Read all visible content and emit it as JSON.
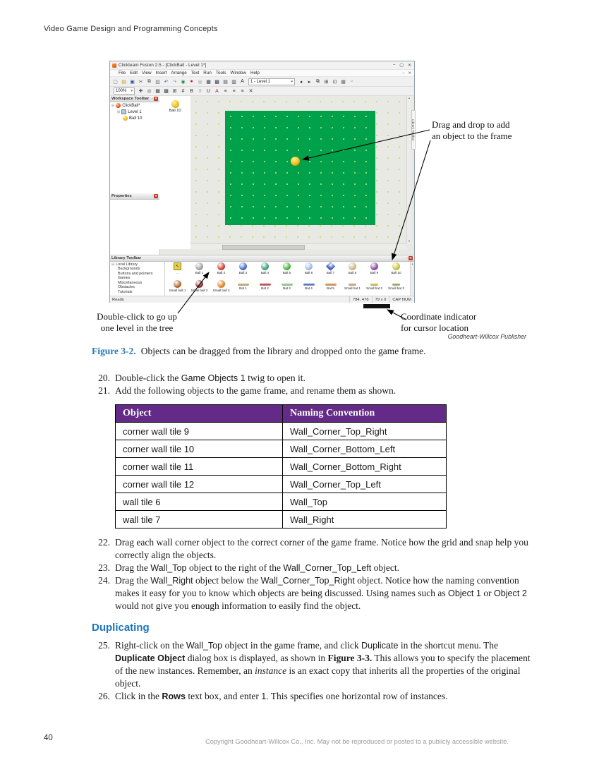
{
  "page": {
    "running_head": "Video Game Design and Programming Concepts",
    "page_number": "40",
    "copyright": "Copyright Goodheart-Willcox Co., Inc. May not be reproduced or posted to a publicly accessible website."
  },
  "colors": {
    "heading_blue": "#1b75bc",
    "figure_blue": "#2979b5",
    "table_header_purple": "#632a87",
    "frame_green": "#00a14b"
  },
  "figure": {
    "label": "Figure 3-2.",
    "caption": "Objects can be dragged from the library and dropped onto the game frame.",
    "credit": "Goodheart-Willcox Publisher",
    "callouts": {
      "drag_drop": [
        "Drag and drop to add",
        "an object to the frame"
      ],
      "double_click": [
        "Double-click to go up",
        "one level in the tree"
      ],
      "coordinate": [
        "Coordinate indicator",
        "for cursor location"
      ]
    }
  },
  "app": {
    "window_title": "Clickteam Fusion 2.5 - [ClickBall - Level 1*]",
    "window_controls": [
      "–",
      "▢",
      "✕"
    ],
    "mdi_controls": [
      "–",
      "✕"
    ],
    "menu_items": [
      "File",
      "Edit",
      "View",
      "Insert",
      "Arrange",
      "Text",
      "Run",
      "Tools",
      "Window",
      "Help"
    ],
    "toolbar1a": [
      {
        "name": "new-icon",
        "glyph": "▢",
        "color": "#666666"
      },
      {
        "name": "open-icon",
        "glyph": "▤",
        "color": "#c99a2a"
      },
      {
        "name": "save-icon",
        "glyph": "▣",
        "color": "#33589e"
      },
      {
        "name": "cut-icon",
        "glyph": "✂",
        "color": "#555555"
      },
      {
        "name": "copy-icon",
        "glyph": "⧉",
        "color": "#555555"
      },
      {
        "name": "paste-icon",
        "glyph": "▨",
        "color": "#777777"
      },
      {
        "name": "undo-icon",
        "glyph": "↶",
        "color": "#3a62c8"
      },
      {
        "name": "redo-icon",
        "glyph": "↷",
        "color": "#999999"
      },
      {
        "name": "about-icon",
        "glyph": "◉",
        "color": "#2f8a4c"
      },
      {
        "name": "run-application-icon",
        "glyph": "●",
        "color": "#cc2222"
      },
      {
        "name": "run-frame-icon",
        "glyph": "◎",
        "color": "#888888"
      },
      {
        "name": "storyboard-editor-icon",
        "glyph": "▦",
        "color": "#39404d"
      },
      {
        "name": "frame-editor-icon",
        "glyph": "▩",
        "color": "#39404d"
      },
      {
        "name": "event-editor-icon",
        "glyph": "▤",
        "color": "#39404d"
      },
      {
        "name": "event-list-editor-icon",
        "glyph": "▥",
        "color": "#39404d"
      },
      {
        "name": "text-tool-icon",
        "glyph": "A",
        "color": "#333333"
      }
    ],
    "frame_selector": "1 - Level 1",
    "toolbar1b": [
      {
        "name": "previous-frame-icon",
        "glyph": "◂",
        "color": "#333333"
      },
      {
        "name": "next-frame-icon",
        "glyph": "▸",
        "color": "#333333"
      },
      {
        "name": "clone-object-icon",
        "glyph": "⧉",
        "color": "#39404d"
      },
      {
        "name": "duplicate-object-icon",
        "glyph": "⊞",
        "color": "#39404d"
      },
      {
        "name": "resize-object-icon",
        "glyph": "⊡",
        "color": "#39404d"
      },
      {
        "name": "grid-options-icon",
        "glyph": "▦",
        "color": "#666666"
      },
      {
        "name": "lock-icon",
        "glyph": "▫",
        "color": "#666666"
      }
    ],
    "zoom_value": "100%",
    "toolbar2": [
      {
        "name": "pan-icon",
        "glyph": "✚",
        "color": "#555555"
      },
      {
        "name": "zoom-tool-icon",
        "glyph": "◎",
        "color": "#555555"
      },
      {
        "name": "grid-setup-icon",
        "glyph": "▦",
        "color": "#39404d"
      },
      {
        "name": "grid-show-icon",
        "glyph": "▩",
        "color": "#39404d"
      },
      {
        "name": "grid-snap-icon",
        "glyph": "⊞",
        "color": "#39404d"
      },
      {
        "name": "object-count-icon",
        "glyph": "#",
        "color": "#333333"
      },
      {
        "name": "bold-icon",
        "glyph": "B",
        "color": "#333333"
      },
      {
        "name": "italic-icon",
        "glyph": "I",
        "color": "#333333"
      },
      {
        "name": "underline-icon",
        "glyph": "U",
        "color": "#333333"
      },
      {
        "name": "font-color-icon",
        "glyph": "A",
        "color": "#b03030"
      },
      {
        "name": "align-left-icon",
        "glyph": "≡",
        "color": "#444444"
      },
      {
        "name": "align-center-icon",
        "glyph": "≡",
        "color": "#444444"
      },
      {
        "name": "align-right-icon",
        "glyph": "≡",
        "color": "#444444"
      },
      {
        "name": "close-tool-icon",
        "glyph": "✕",
        "color": "#333333"
      }
    ],
    "workspace_panel": {
      "title": "Workspace Toolbar",
      "tree": [
        {
          "label": "ClickBall*",
          "icon": "app",
          "depth": 0,
          "expander": true
        },
        {
          "label": "Level 1",
          "icon": "frame",
          "depth": 1,
          "expander": true
        },
        {
          "label": "Ball 10",
          "icon": "ball",
          "depth": 2,
          "expander": false
        }
      ]
    },
    "properties_panel": {
      "title": "Properties"
    },
    "frame_objects": [
      {
        "label": "Ball 10"
      }
    ],
    "library_panel": {
      "title": "Library Toolbar",
      "side_tab": "Library Toolbar",
      "tree_root": "Local Library",
      "tree_items": [
        "Backgrounds",
        "Buttons and pointers",
        "Games",
        "Miscellaneous",
        "Obstacles",
        "Tutorials"
      ],
      "rows": [
        [
          {
            "label": "..",
            "shape": "folder",
            "color": "#e6d24a"
          },
          {
            "label": "Ball 1",
            "shape": "ball",
            "color": "#9a9a9a"
          },
          {
            "label": "Ball 2",
            "shape": "ball",
            "color": "#cc3322"
          },
          {
            "label": "Ball 3",
            "shape": "ball",
            "color": "#3a62c8"
          },
          {
            "label": "Ball 4",
            "shape": "ball",
            "color": "#2f9e6e"
          },
          {
            "label": "Ball 5",
            "shape": "ball",
            "color": "#3bb134"
          },
          {
            "label": "Ball 6",
            "shape": "ball",
            "color": "#9db9e8"
          },
          {
            "label": "Ball 7",
            "shape": "diamond",
            "color": "#3b55c4"
          },
          {
            "label": "Ball 8",
            "shape": "ball",
            "color": "#c9b27e"
          },
          {
            "label": "Ball 9",
            "shape": "ball",
            "color": "#8a3d9e"
          },
          {
            "label": "Ball 10",
            "shape": "ball",
            "color": "#c2c22e"
          }
        ],
        [
          {
            "label": "Small ball 1",
            "shape": "ball",
            "color": "#b06020"
          },
          {
            "label": "Small ball 2",
            "shape": "ball",
            "color": "#8a2a2a"
          },
          {
            "label": "Small ball 3",
            "shape": "ball",
            "color": "#e07818"
          },
          {
            "label": "Bat 1",
            "shape": "bar",
            "color": "#c8a060"
          },
          {
            "label": "Bat 2",
            "shape": "bar",
            "color": "#c03030"
          },
          {
            "label": "Bat 3",
            "shape": "bar",
            "color": "#7ec87e"
          },
          {
            "label": "Bat 4",
            "shape": "bar",
            "color": "#3a62c8"
          },
          {
            "label": "Bat 5",
            "shape": "bar",
            "color": "#d08838"
          },
          {
            "label": "Small bat 1",
            "shape": "smallbar",
            "color": "#c8a060"
          },
          {
            "label": "Small bat 2",
            "shape": "smallbar",
            "color": "#d8b830"
          },
          {
            "label": "Small bat 3",
            "shape": "smallbar",
            "color": "#8aa83a"
          }
        ]
      ]
    },
    "status_bar": {
      "ready": "Ready",
      "coords": "784, 476",
      "size": "79 x 0",
      "locks": "CAP NUM"
    }
  },
  "steps_a": [
    {
      "num": "20.",
      "segments": [
        {
          "t": "Double-click the "
        },
        {
          "t": "Game Objects 1",
          "c": "sans"
        },
        {
          "t": " twig to open it."
        }
      ]
    },
    {
      "num": "21.",
      "segments": [
        {
          "t": "Add the following objects to the game frame, and rename them as shown."
        }
      ]
    }
  ],
  "table": {
    "headers": [
      "Object",
      "Naming Convention"
    ],
    "rows": [
      [
        "corner wall tile 9",
        "Wall_Corner_Top_Right"
      ],
      [
        "corner wall tile 10",
        "Wall_Corner_Bottom_Left"
      ],
      [
        "corner wall tile 11",
        "Wall_Corner_Bottom_Right"
      ],
      [
        "corner wall tile 12",
        "Wall_Corner_Top_Left"
      ],
      [
        "wall tile 6",
        "Wall_Top"
      ],
      [
        "wall tile 7",
        "Wall_Right"
      ]
    ]
  },
  "steps_b": [
    {
      "num": "22.",
      "segments": [
        {
          "t": "Drag each wall corner object to the correct corner of the game frame. Notice how the grid and snap help you correctly align the objects."
        }
      ]
    },
    {
      "num": "23.",
      "segments": [
        {
          "t": "Drag the "
        },
        {
          "t": "Wall_Top",
          "c": "sans"
        },
        {
          "t": " object to the right of the "
        },
        {
          "t": "Wall_Corner_Top_Left",
          "c": "sans"
        },
        {
          "t": " object."
        }
      ]
    },
    {
      "num": "24.",
      "segments": [
        {
          "t": "Drag the "
        },
        {
          "t": "Wall_Right",
          "c": "sans"
        },
        {
          "t": " object below the "
        },
        {
          "t": "Wall_Corner_Top_Right",
          "c": "sans"
        },
        {
          "t": " object. Notice how the naming convention makes it easy for you to know which objects are being discussed. Using names such as "
        },
        {
          "t": "Object 1",
          "c": "sans"
        },
        {
          "t": " or "
        },
        {
          "t": "Object 2",
          "c": "sans"
        },
        {
          "t": " would not give you enough information to easily find the object."
        }
      ]
    }
  ],
  "section_heading": "Duplicating",
  "steps_c": [
    {
      "num": "25.",
      "segments": [
        {
          "t": "Right-click on the "
        },
        {
          "t": "Wall_Top",
          "c": "sans"
        },
        {
          "t": " object in the game frame, and click "
        },
        {
          "t": "Duplicate",
          "c": "sans"
        },
        {
          "t": " in the shortcut menu. The "
        },
        {
          "t": "Duplicate Object",
          "c": "sansbold"
        },
        {
          "t": " dialog box is displayed, as shown in "
        },
        {
          "t": "Figure 3-3.",
          "c": "bold"
        },
        {
          "t": " This allows you to specify the placement of the new instances. Remember, an "
        },
        {
          "t": "instance",
          "c": "italic"
        },
        {
          "t": " is an exact copy that inherits all the properties of the original object."
        }
      ]
    },
    {
      "num": "26.",
      "segments": [
        {
          "t": "Click in the "
        },
        {
          "t": "Rows",
          "c": "sansbold"
        },
        {
          "t": " text box, and enter "
        },
        {
          "t": "1",
          "c": "sans"
        },
        {
          "t": ". This specifies one horizontal row of instances."
        }
      ]
    }
  ]
}
